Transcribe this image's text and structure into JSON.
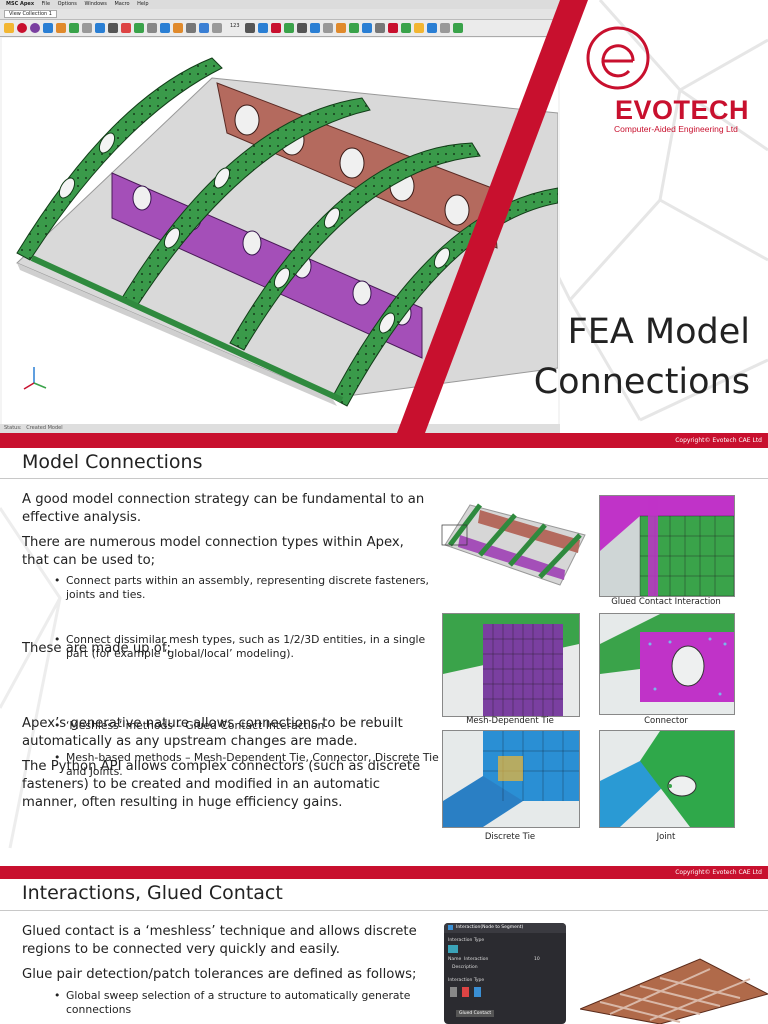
{
  "app": {
    "menu": [
      "MSC Apex",
      "File",
      "Options",
      "Windows",
      "Macro",
      "Help"
    ],
    "view_tab": "View Collection 1",
    "toolbar_number": "123",
    "status_label": "Status:",
    "status_text": "Created Model"
  },
  "logo": {
    "name": "EVOTECH",
    "subtitle": "Computer-Aided Engineering Ltd",
    "brand_color": "#c8102e"
  },
  "slide1": {
    "title_line1": "FEA Model",
    "title_line2": "Connections",
    "copyright": "Copyright© Evotech CAE Ltd"
  },
  "slide2": {
    "title": "Model Connections",
    "para1": "A good model connection strategy can be fundamental to an effective analysis.",
    "para2": "There are numerous model connection types within Apex, that can be used to;",
    "bullets1": [
      "Connect parts within an assembly, representing discrete fasteners, joints and ties.",
      "Connect dissimilar mesh types, such as 1/2/3D entities, in a single part (for example ‘global/local’ modeling)."
    ],
    "para3": "These are made up of;",
    "bullets2": [
      "‘Meshless’ methods – Glued Contact Interaction",
      "Mesh-based methods – Mesh-Dependent Tie, Connector, Discrete Tie and Joints."
    ],
    "para4": "Apex’s generative nature allows connections to be rebuilt automatically as any upstream changes are made.",
    "para5": "The Python API allows complex connectors (such as discrete fasteners) to be created and modified in an automatic manner, often resulting in huge efficiency gains.",
    "captions": {
      "glued": "Glued Contact Interaction",
      "mesh_tie": "Mesh-Dependent Tie",
      "connector": "Connector",
      "discrete": "Discrete Tie",
      "joint": "Joint"
    },
    "copyright": "Copyright© Evotech CAE Ltd"
  },
  "slide3": {
    "title": "Interactions, Glued Contact",
    "para1": "Glued contact is a ‘meshless’ technique and allows discrete regions to be connected very quickly and easily.",
    "para2": "Glue pair detection/patch tolerances are defined as follows;",
    "bullets": [
      "Global sweep selection of a structure to automatically generate connections"
    ],
    "dialog": {
      "title": "Interaction(Node to Segment)",
      "section1": "Interaction Type",
      "name_label": "Name",
      "name_value": "Interaction",
      "id_value": "10",
      "description": "Description",
      "section2": "Interaction Type",
      "tooltip": "Glued Contact"
    }
  }
}
